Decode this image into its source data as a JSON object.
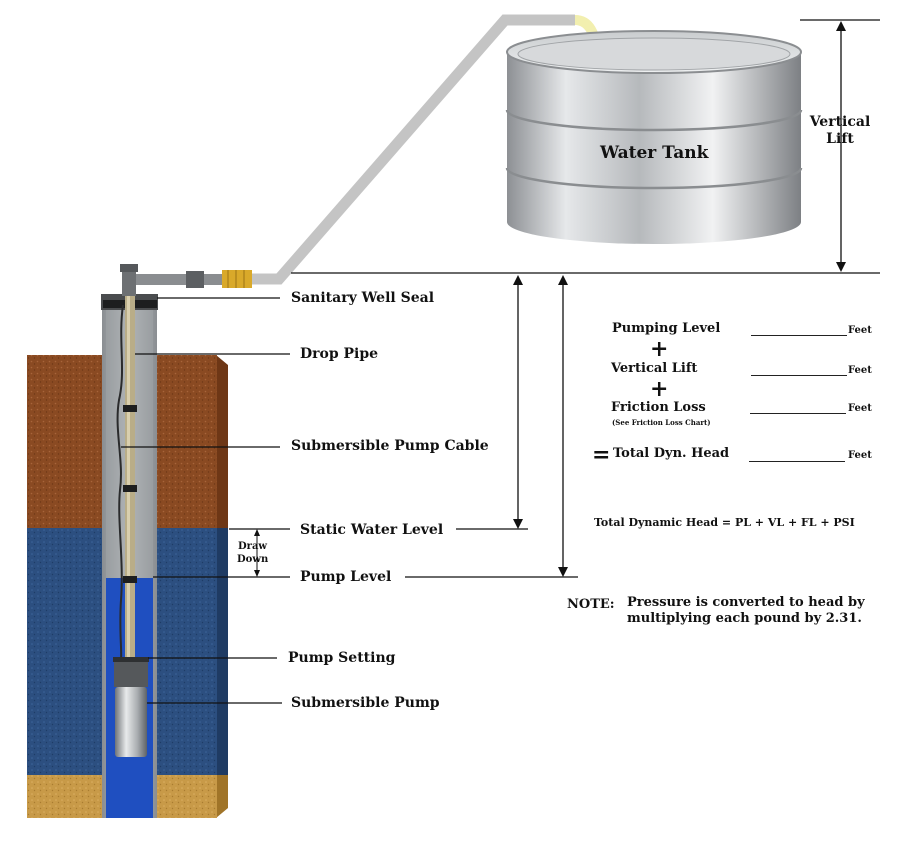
{
  "tank": {
    "label": "Water Tank"
  },
  "labels": {
    "sanitary_well_seal": "Sanitary Well Seal",
    "drop_pipe": "Drop Pipe",
    "submersible_pump_cable": "Submersible Pump Cable",
    "static_water_level": "Static Water Level",
    "pump_level": "Pump Level",
    "pump_setting": "Pump Setting",
    "submersible_pump": "Submersible Pump",
    "draw_down_1": "Draw",
    "draw_down_2": "Down",
    "vertical_lift_1": "Vertical",
    "vertical_lift_2": "Lift"
  },
  "formula": {
    "pumping_level": "Pumping Level",
    "vertical_lift": "Vertical Lift",
    "friction_loss": "Friction Loss",
    "friction_note": "(See Friction Loss Chart)",
    "total": "Total Dyn. Head",
    "plus": "+",
    "equals": "=",
    "unit": "Feet",
    "equation": "Total Dynamic Head = PL + VL + FL + PSI"
  },
  "note": {
    "label": "NOTE:",
    "line1": "Pressure is converted to head by",
    "line2": "multiplying each pound by 2.31."
  },
  "colors": {
    "soil": "#8a4a22",
    "water_ground": "#2c4f80",
    "well_water": "#1f4fc0",
    "sand": "#c89a48",
    "casing": "#9ea2a6",
    "pipe_gray": "#c4c4c4",
    "brass": "#d9a92a"
  }
}
